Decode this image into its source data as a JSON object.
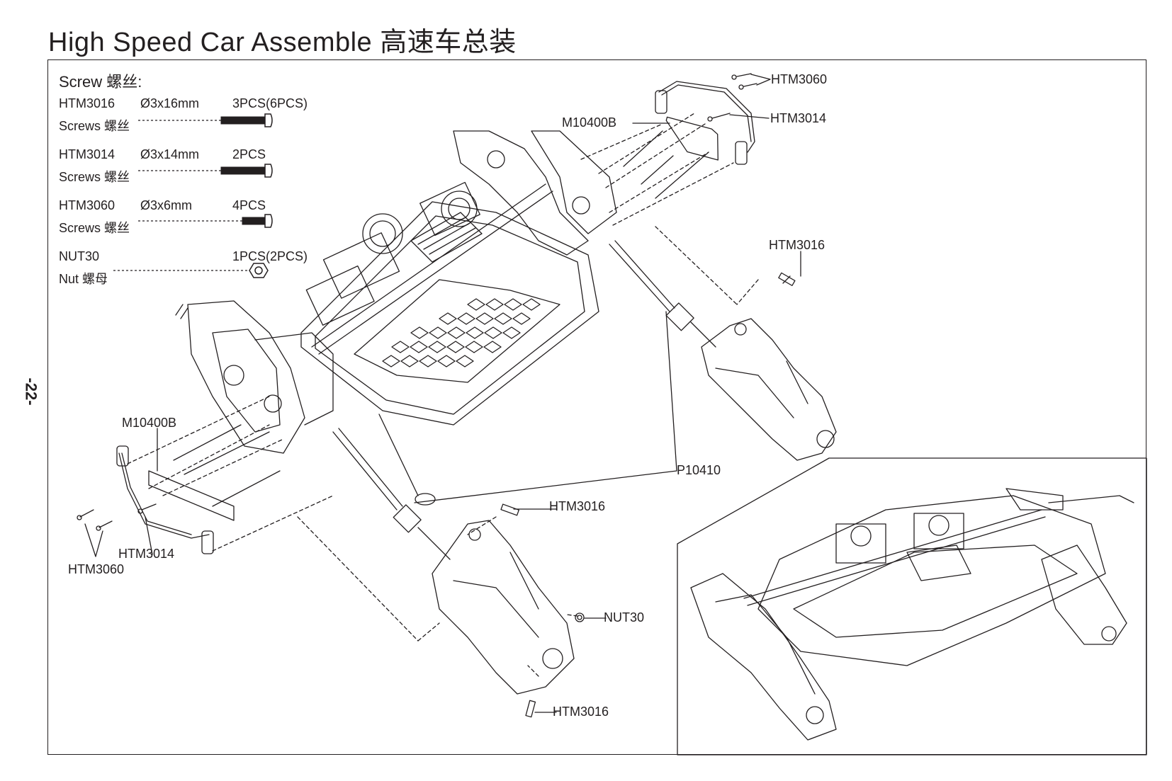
{
  "page": {
    "title": "High Speed Car Assemble 高速车总装",
    "page_number": "-22-"
  },
  "parts_list": {
    "header": "Screw 螺丝:",
    "items": [
      {
        "code": "HTM3016",
        "dimension": "Ø3x16mm",
        "quantity": "3PCS(6PCS)",
        "type": "Screws 螺丝"
      },
      {
        "code": "HTM3014",
        "dimension": "Ø3x14mm",
        "quantity": "2PCS",
        "type": "Screws 螺丝"
      },
      {
        "code": "HTM3060",
        "dimension": "Ø3x6mm",
        "quantity": "4PCS",
        "type": "Screws 螺丝"
      },
      {
        "code": "NUT30",
        "dimension": "",
        "quantity": "1PCS(2PCS)",
        "type": "Nut 螺母"
      }
    ]
  },
  "callouts": {
    "htm3060_top": "HTM3060",
    "m10400b_top": "M10400B",
    "htm3014_top": "HTM3014",
    "htm3016_right": "HTM3016",
    "m10400b_left": "M10400B",
    "p10410": "P10410",
    "htm3016_mid": "HTM3016",
    "htm3014_left": "HTM3014",
    "htm3060_left": "HTM3060",
    "nut30": "NUT30",
    "htm3016_bottom": "HTM3016"
  },
  "colors": {
    "ink": "#231f20",
    "background": "#ffffff"
  }
}
